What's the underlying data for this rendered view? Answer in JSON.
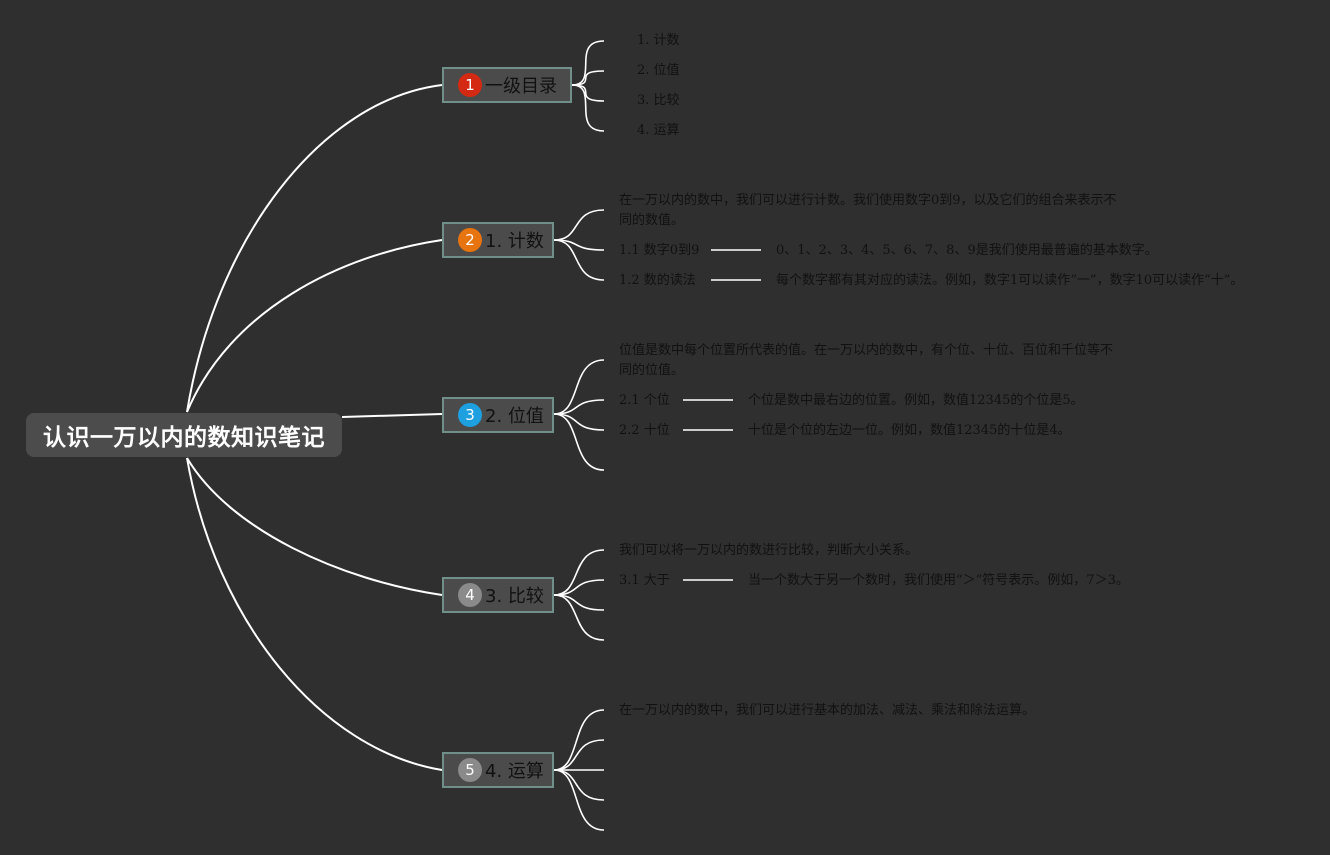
{
  "root": {
    "title": "认识一万以内的数知识笔记"
  },
  "branches": [
    {
      "badge": "1",
      "badge_color": "#d42a14",
      "label": "一级目录",
      "children": [
        "1. 计数",
        "2. 位值",
        "3. 比较",
        "4. 运算"
      ]
    },
    {
      "badge": "2",
      "badge_color": "#e8740f",
      "label": "1. 计数",
      "summary": "在一万以内的数中，我们可以进行计数。我们使用数字0到9，以及它们的组合来表示不同的数值。",
      "items": [
        {
          "label": "1.1 数字0到9",
          "note": "0、1、2、3、4、5、6、7、8、9是我们使用最普遍的基本数字。"
        },
        {
          "label": "1.2 数的读法",
          "note": "每个数字都有其对应的读法。例如，数字1可以读作“一”，数字10可以读作“十”。"
        }
      ]
    },
    {
      "badge": "3",
      "badge_color": "#1ea0e0",
      "label": "2. 位值",
      "summary": "位值是数中每个位置所代表的值。在一万以内的数中，有个位、十位、百位和千位等不同的位值。",
      "items": [
        {
          "label": "2.1 个位",
          "note": "个位是数中最右边的位置。例如，数值12345的个位是5。"
        },
        {
          "label": "2.2 十位",
          "note": "十位是个位的左边一位。例如，数值12345的十位是4。"
        }
      ]
    },
    {
      "badge": "4",
      "badge_color": "#8a8a8a",
      "label": "3. 比较",
      "summary": "我们可以将一万以内的数进行比较，判断大小关系。",
      "items": [
        {
          "label": "3.1 大于",
          "note": "当一个数大于另一个数时，我们使用“＞”符号表示。例如，7＞3。"
        }
      ]
    },
    {
      "badge": "5",
      "badge_color": "#8a8a8a",
      "label": "4. 运算",
      "summary": "在一万以内的数中，我们可以进行基本的加法、减法、乘法和除法运算。"
    }
  ]
}
